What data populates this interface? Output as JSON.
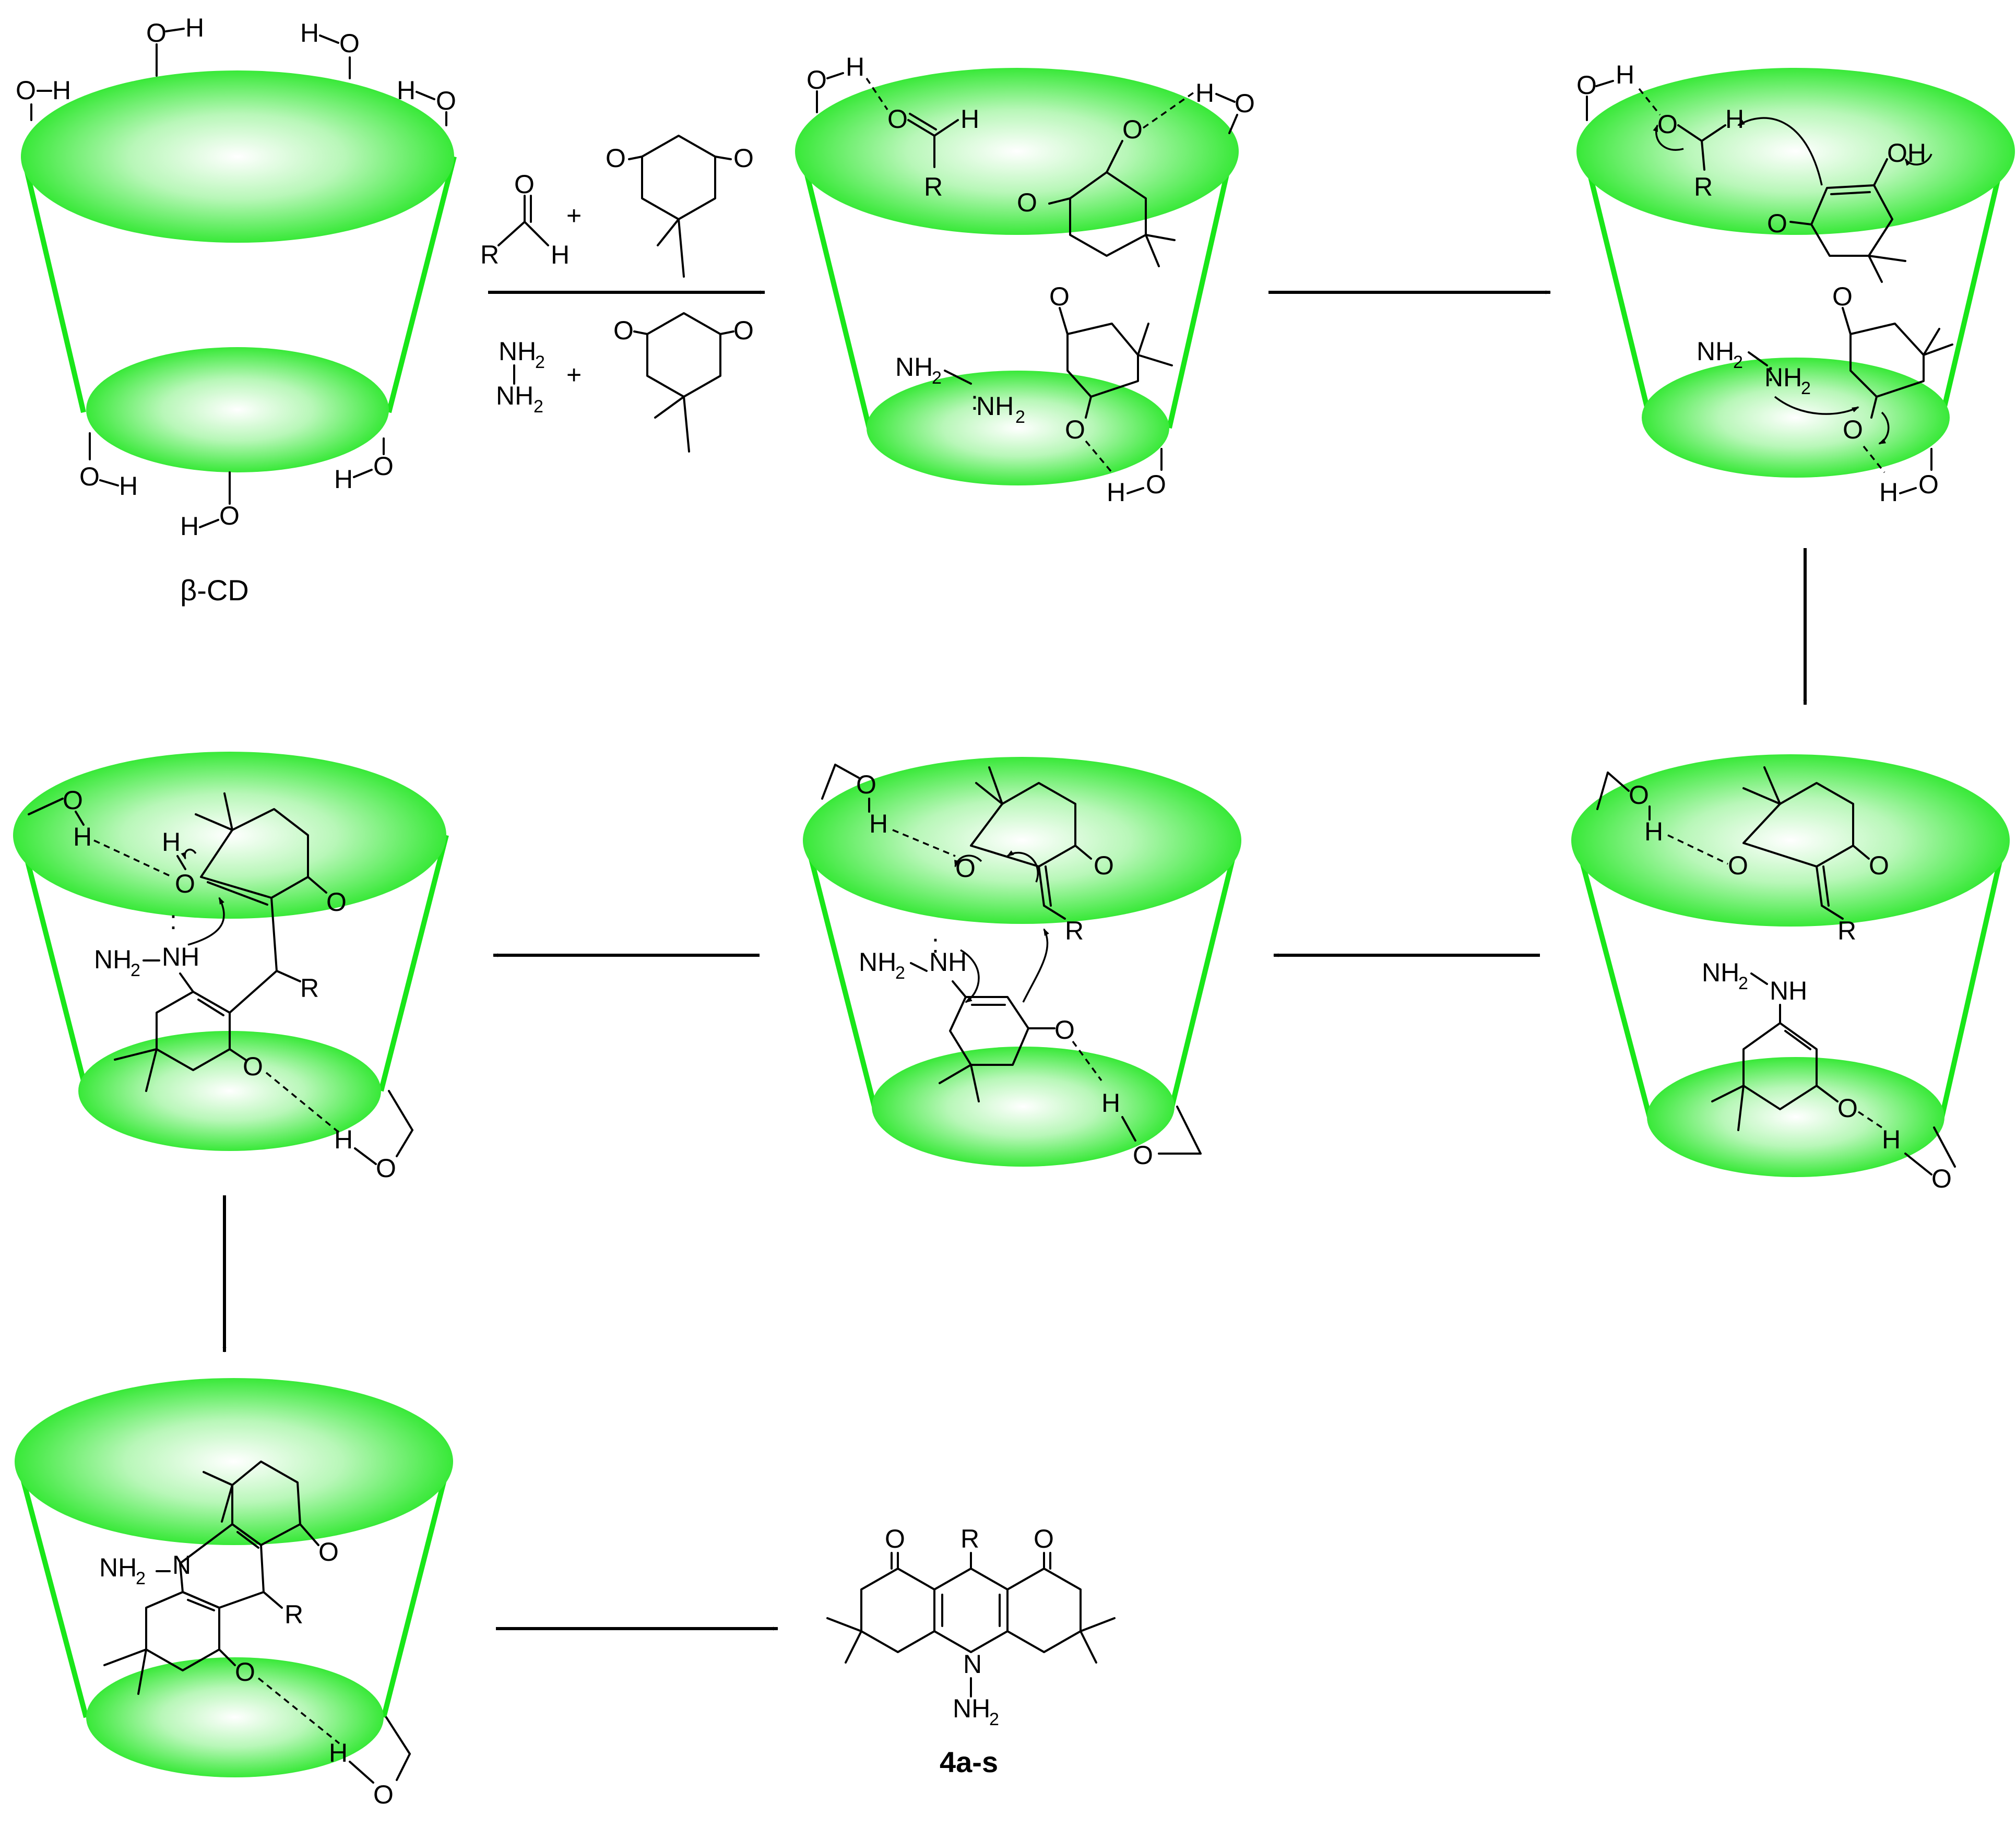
{
  "labels": {
    "cd": "β-CD",
    "product": "4a-s",
    "O": "O",
    "H": "H",
    "R": "R",
    "OH": "OH",
    "NH": "NH",
    "N": "N",
    "HO": "HO",
    "plus": "+",
    "dots": ":"
  },
  "colors": {
    "rim": "#19e619",
    "rim_light": "#ffffff",
    "rim_dark": "#1fe61f",
    "line": "#000000"
  }
}
